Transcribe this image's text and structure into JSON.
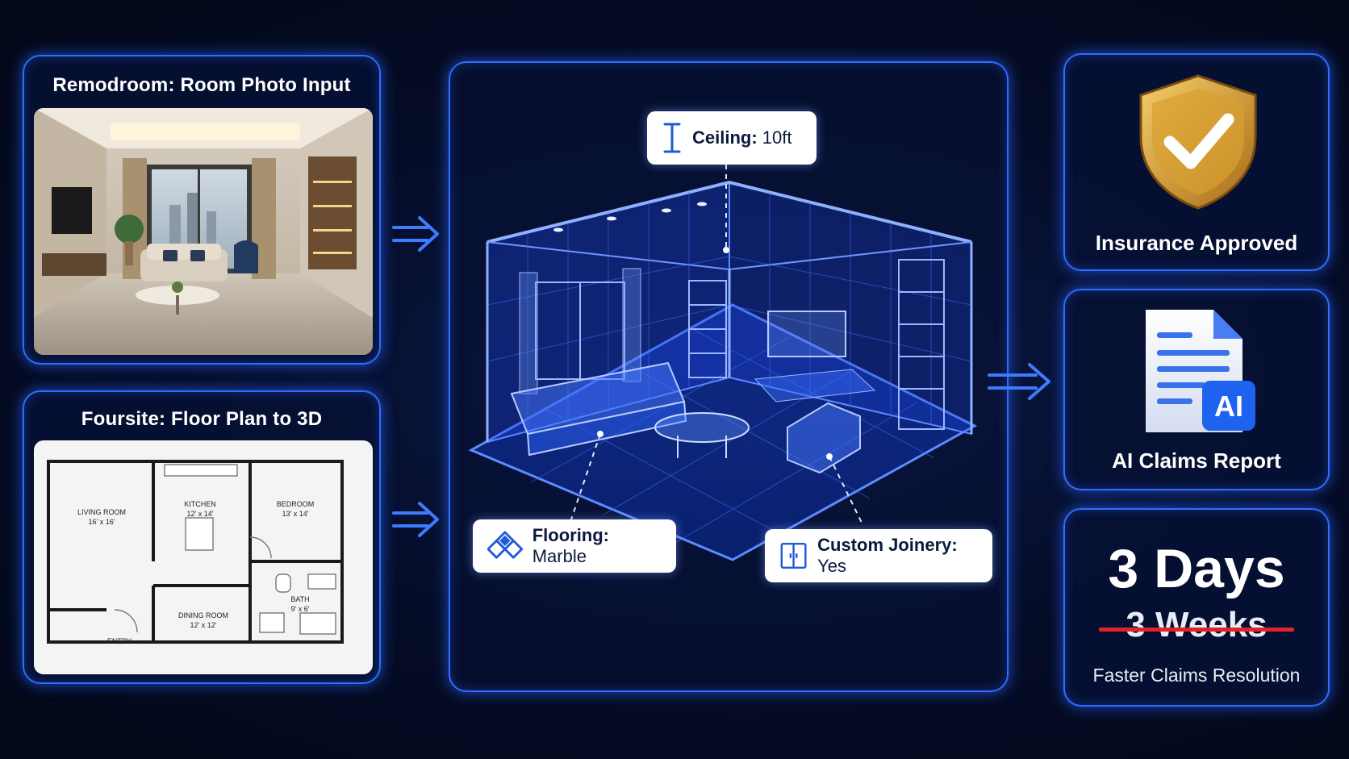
{
  "photo_panel": {
    "title": "Remodroom: Room Photo Input"
  },
  "plan_panel": {
    "title": "Foursite: Floor Plan to 3D",
    "rooms": [
      {
        "name": "LIVING ROOM",
        "size": "16' x 16'"
      },
      {
        "name": "KITCHEN",
        "size": "12' x 14'"
      },
      {
        "name": "BEDROOM",
        "size": "13' x 14'"
      },
      {
        "name": "BATH",
        "size": "9' x 6'"
      },
      {
        "name": "DINING ROOM",
        "size": "12' x 12'"
      },
      {
        "name": "ENTRY",
        "size": ""
      }
    ]
  },
  "model_panel": {
    "ceiling": {
      "label": "Ceiling:",
      "value": "10ft",
      "icon": "ceiling-height-icon"
    },
    "flooring": {
      "label": "Flooring:",
      "value": "Marble",
      "icon": "flooring-tiles-icon"
    },
    "joinery": {
      "label": "Custom Joinery:",
      "value": "Yes",
      "icon": "cabinet-icon"
    }
  },
  "insurance_panel": {
    "label": "Insurance Approved",
    "icon": "shield-check-icon"
  },
  "report_panel": {
    "label": "AI Claims Report",
    "badge": "AI",
    "icon": "document-ai-icon"
  },
  "speed_panel": {
    "new_time": "3 Days",
    "old_time": "3 Weeks",
    "caption": "Faster Claims Resolution"
  },
  "colors": {
    "accent": "#2f6cff",
    "background": "#050c26",
    "strike": "#e3232a",
    "shield": "#d9a030"
  }
}
